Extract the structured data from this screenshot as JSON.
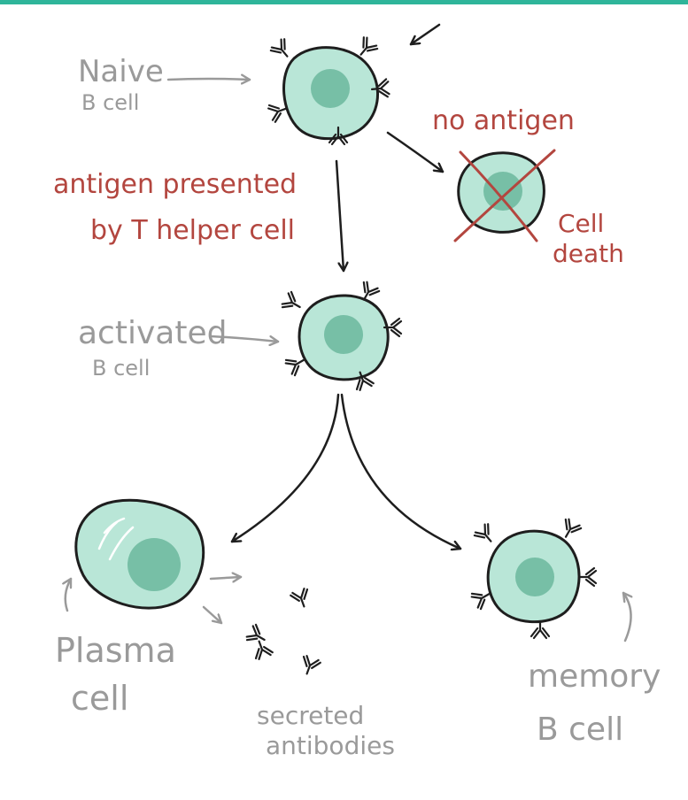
{
  "colors": {
    "accent_bar": "#2fb59a",
    "cell_fill": "#b9e6d7",
    "nucleus_fill": "#77bfa6",
    "outline": "#1e1e1e",
    "label_grey": "#9a9a9a",
    "label_red": "#b3463f"
  },
  "labels": {
    "naive_line1": "Naive",
    "naive_line2": "B cell",
    "no_antigen": "no antigen",
    "cell_death_line1": "Cell",
    "cell_death_line2": "death",
    "antigen_line1": "antigen presented",
    "antigen_line2": "by T helper cell",
    "activated_line1": "activated",
    "activated_line2": "B cell",
    "plasma_line1": "Plasma",
    "plasma_line2": "cell",
    "secreted_line1": "secreted",
    "secreted_line2": "antibodies",
    "memory_line1": "memory",
    "memory_line2": "B cell"
  }
}
